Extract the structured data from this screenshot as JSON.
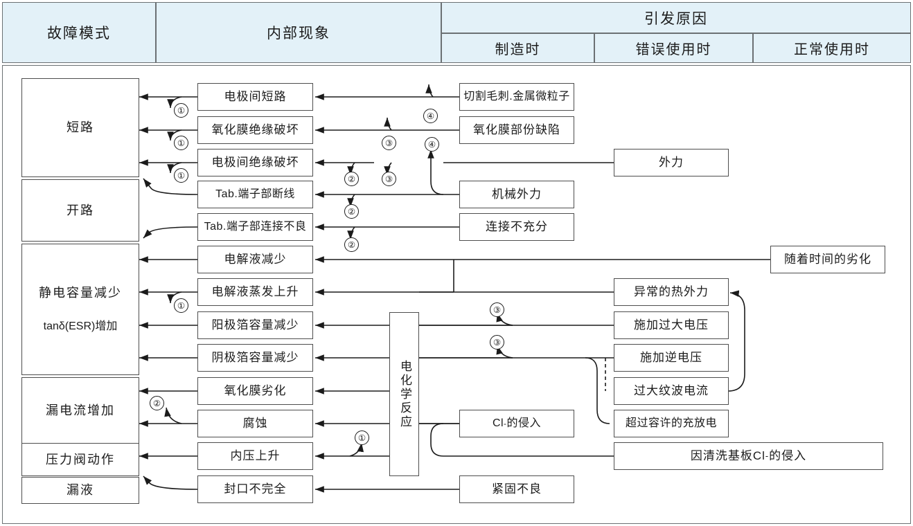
{
  "header": {
    "columns": [
      {
        "id": "failure-mode",
        "label": "故障模式"
      },
      {
        "id": "internal-phenomenon",
        "label": "内部现象"
      },
      {
        "id": "trigger-cause",
        "label": "引发原因"
      }
    ],
    "sub_columns": [
      {
        "id": "manufacturing",
        "label": "制造时"
      },
      {
        "id": "misuse",
        "label": "错误使用时"
      },
      {
        "id": "normal-use",
        "label": "正常使用时"
      }
    ]
  },
  "failure_modes": [
    {
      "id": "short-circuit",
      "label": "短路"
    },
    {
      "id": "open-circuit",
      "label": "开路"
    },
    {
      "id": "capacitance-drop",
      "label_line1": "静电容量减少",
      "label_line2": "tanδ(ESR)增加"
    },
    {
      "id": "leakage-current",
      "label": "漏电流增加"
    },
    {
      "id": "pressure-valve",
      "label": "压力阀动作"
    },
    {
      "id": "liquid-leak",
      "label": "漏液"
    }
  ],
  "internal_phenomena": [
    {
      "id": "inter-electrode-short",
      "label": "电极间短路"
    },
    {
      "id": "oxide-film-insulation-breakdown",
      "label": "氧化膜绝缘破坏"
    },
    {
      "id": "inter-electrode-insulation-breakdown",
      "label": "电极间绝缘破坏"
    },
    {
      "id": "tab-terminal-break",
      "label": "Tab.端子部断线"
    },
    {
      "id": "tab-terminal-poor-connection",
      "label": "Tab.端子部连接不良"
    },
    {
      "id": "electrolyte-decrease",
      "label": "电解液减少"
    },
    {
      "id": "electrolyte-evaporation",
      "label": "电解液蒸发上升"
    },
    {
      "id": "anode-foil-capacitance-drop",
      "label": "阳极箔容量减少"
    },
    {
      "id": "cathode-foil-capacitance-drop",
      "label": "阴极箔容量减少"
    },
    {
      "id": "oxide-film-degradation",
      "label": "氧化膜劣化"
    },
    {
      "id": "corrosion",
      "label": "腐蚀"
    },
    {
      "id": "internal-pressure-rise",
      "label": "内压上升"
    },
    {
      "id": "incomplete-sealing",
      "label": "封口不完全"
    }
  ],
  "electrochemical_reaction": {
    "id": "electrochemical-reaction",
    "label": "电化学反应"
  },
  "causes_manufacturing": [
    {
      "id": "cutting-burr-metal-particles",
      "label": "切割毛刺.金属微粒子"
    },
    {
      "id": "oxide-film-partial-defect",
      "label": "氧化膜部份缺陷"
    },
    {
      "id": "mechanical-external-force",
      "label": "机械外力"
    },
    {
      "id": "insufficient-connection",
      "label": "连接不充分"
    },
    {
      "id": "poor-fastening",
      "label": "紧固不良"
    }
  ],
  "causes_misuse": [
    {
      "id": "external-force",
      "label": "外力"
    },
    {
      "id": "abnormal-thermal-external-force",
      "label": "异常的热外力"
    },
    {
      "id": "excessive-voltage-applied",
      "label": "施加过大电压"
    },
    {
      "id": "reverse-voltage-applied",
      "label": "施加逆电压"
    },
    {
      "id": "excessive-ripple-current",
      "label": "过大纹波电流"
    },
    {
      "id": "over-allowed-charge-discharge",
      "label": "超过容许的充放电"
    }
  ],
  "causes_chloride": [
    {
      "id": "chloride-ion-intrusion",
      "label_pre": "Cl",
      "label_sup": "-",
      "label_post": "的侵入"
    },
    {
      "id": "chloride-intrusion-from-board-cleaning",
      "label_pre": "因清洗基板Cl",
      "label_sup": "-",
      "label_post": "的侵入"
    }
  ],
  "causes_normal_use": [
    {
      "id": "degradation-over-time",
      "label": "随着时间的劣化"
    }
  ],
  "markers": [
    {
      "id": "marker-1-a",
      "label": "①"
    },
    {
      "id": "marker-1-b",
      "label": "①"
    },
    {
      "id": "marker-1-c",
      "label": "①"
    },
    {
      "id": "marker-2-a",
      "label": "②"
    },
    {
      "id": "marker-3-a",
      "label": "③"
    },
    {
      "id": "marker-4-a",
      "label": "④"
    },
    {
      "id": "marker-3-b",
      "label": "③"
    },
    {
      "id": "marker-4-b",
      "label": "④"
    },
    {
      "id": "marker-2-b",
      "label": "②"
    },
    {
      "id": "marker-2-c",
      "label": "②"
    },
    {
      "id": "marker-1-d",
      "label": "①"
    },
    {
      "id": "marker-3-c",
      "label": "③"
    },
    {
      "id": "marker-3-d",
      "label": "③"
    },
    {
      "id": "marker-2-d",
      "label": "②"
    },
    {
      "id": "marker-1-e",
      "label": "①"
    }
  ],
  "colors": {
    "header_bg": "#e3f1f8",
    "header_border": "#6b7073",
    "box_border": "#4d4d4d",
    "line": "#1b1b1b",
    "text": "#1b1b1b"
  }
}
